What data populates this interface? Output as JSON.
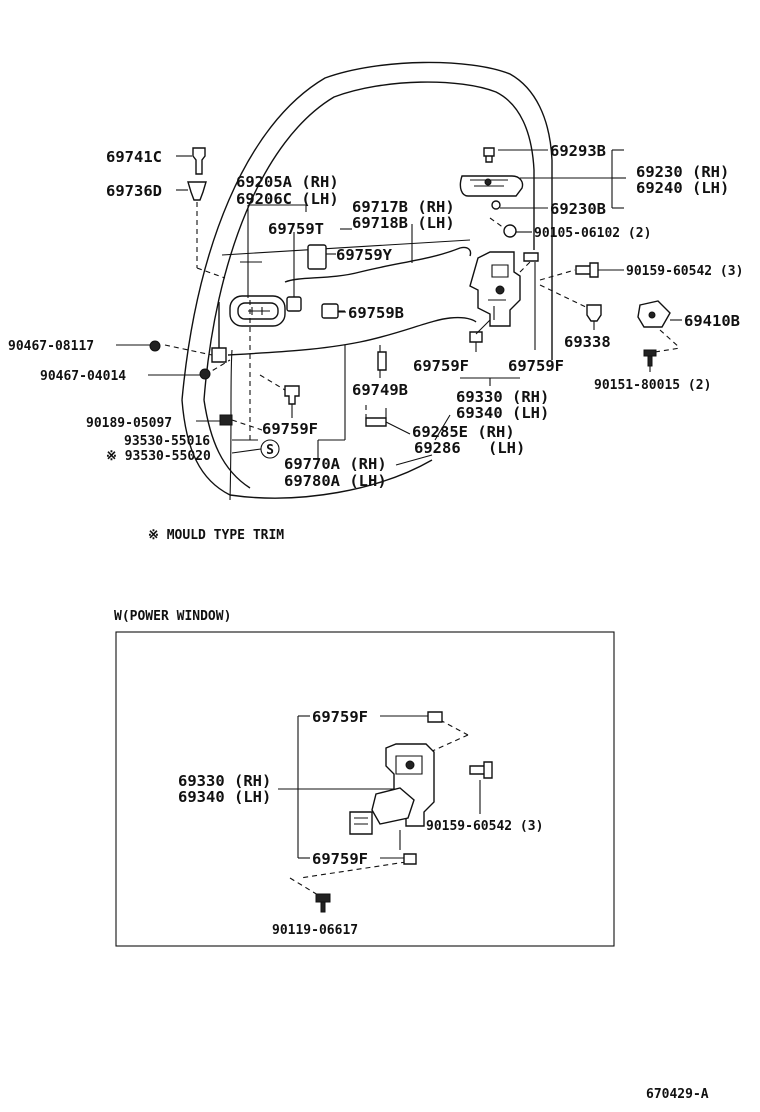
{
  "labels": {
    "p69741C": "69741C",
    "p69736D": "69736D",
    "p69205A": "69205A (RH)",
    "p69206C": "69206C (LH)",
    "p69759T": "69759T",
    "p69717B": "69717B (RH)",
    "p69718B": "69718B (LH)",
    "p69759Y": "69759Y",
    "p69293B": "69293B",
    "p69230": "69230 (RH)",
    "p69240": "69240 (LH)",
    "p69230B": "69230B",
    "p90105": "90105-06102 (2)",
    "p90159a": "90159-60542 (3)",
    "p69759B": "69759B",
    "p69410B": "69410B",
    "p69338": "69338",
    "p90467a": "90467-08117",
    "p90467b": "90467-04014",
    "p69759Fa": "69759F",
    "p69759Fb": "69759F",
    "p90151": "90151-80015 (2)",
    "p69749B": "69749B",
    "p69330a": "69330 (RH)",
    "p69340a": "69340 (LH)",
    "p90189": "90189-05097",
    "p69759Fc": "69759F",
    "p69285E": "69285E (RH)",
    "p69286": "69286",
    "p69286lh": "(LH)",
    "p93530a": "93530-55016",
    "p93530b": "※ 93530-55020",
    "sMark": "S",
    "p69770A": "69770A (RH)",
    "p69780A": "69780A (LH)",
    "note": "※ MOULD TYPE TRIM",
    "inset_title": "W(POWER WINDOW)",
    "w69759Fa": "69759F",
    "w69330": "69330 (RH)",
    "w69340": "69340 (LH)",
    "w90159": "90159-60542 (3)",
    "w69759Fb": "69759F",
    "w90119": "90119-06617",
    "footer_code": "670429-A"
  }
}
